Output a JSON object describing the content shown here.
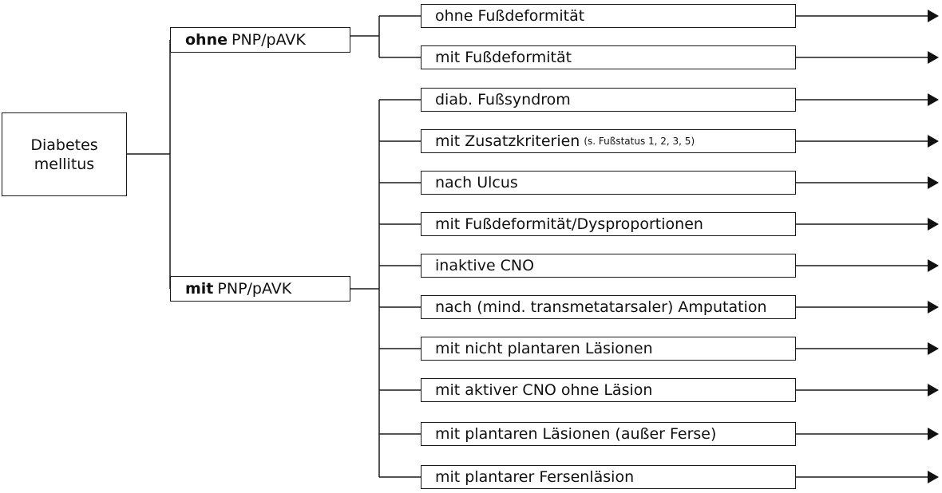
{
  "root": {
    "line1": "Diabetes",
    "line2": "mellitus"
  },
  "branches": [
    {
      "bold": "ohne",
      "rest": "PNP/pAVK",
      "leaves": [
        {
          "text": "ohne Fußdeformität",
          "note": ""
        },
        {
          "text": "mit Fußdeformität",
          "note": ""
        }
      ]
    },
    {
      "bold": "mit",
      "rest": "PNP/pAVK",
      "leaves": [
        {
          "text": "diab. Fußsyndrom",
          "note": ""
        },
        {
          "text": "mit Zusatzkriterien",
          "note": "(s. Fußstatus 1, 2, 3, 5)"
        },
        {
          "text": "nach Ulcus",
          "note": ""
        },
        {
          "text": "mit Fußdeformität/Dysproportionen",
          "note": ""
        },
        {
          "text": "inaktive CNO",
          "note": ""
        },
        {
          "text": "nach (mind. transmetatarsaler) Amputation",
          "note": ""
        },
        {
          "text": "mit nicht plantaren Läsionen",
          "note": ""
        },
        {
          "text": "mit aktiver CNO ohne Läsion",
          "note": ""
        },
        {
          "text": "mit plantaren Läsionen (außer Ferse)",
          "note": ""
        },
        {
          "text": "mit plantarer Fersenläsion",
          "note": ""
        }
      ]
    }
  ]
}
